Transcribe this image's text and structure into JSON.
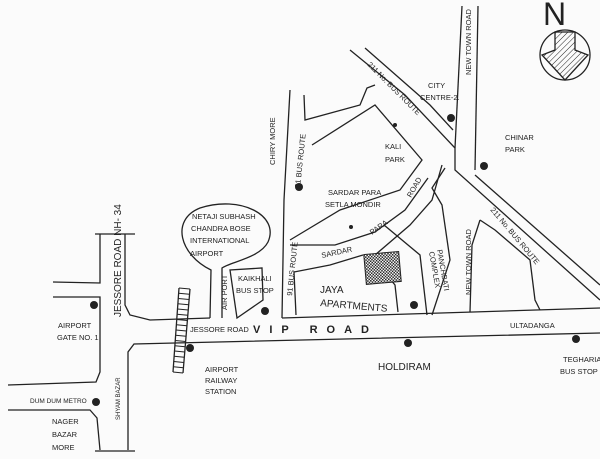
{
  "compass": {
    "letter": "N"
  },
  "roads": {
    "jessore_nh34": "JESSORE ROAD  NH- 34",
    "jessore_road": "JESSORE ROAD",
    "vip_road": "VIP ROAD",
    "air_port": "AIR PORT",
    "bus91_upper": "91 BUS ROUTE",
    "bus91_lower": "91 BUS ROUTE",
    "bus211_upper": "211 No. BUS ROUTE",
    "bus211_lower": "211 No. BUS ROUTE",
    "new_town_upper": "NEW TOWN ROAD",
    "new_town_lower": "NEW TOWN ROAD",
    "sardar": "SARDAR",
    "para": "PARA",
    "road": "ROAD",
    "shyam_bazar": "SHYAM BAZAR",
    "dum_dum_metro": "DUM DUM METRO",
    "ultadanga": "ULTADANGA",
    "chiry_more": "CHIRY MORE"
  },
  "places": {
    "airport": [
      "NETAJI SUBHASH",
      "CHANDRA BOSE",
      "INTERNATIONAL",
      "AIRPORT"
    ],
    "kaikhali": [
      "KAIKHALI",
      "BUS STOP"
    ],
    "airport_gate": [
      "AIRPORT",
      "GATE NO. 1"
    ],
    "railway": [
      "AIRPORT",
      "RAILWAY",
      "STATION"
    ],
    "nager_bazar": [
      "NAGER",
      "BAZAR",
      "MORE"
    ],
    "city_centre": [
      "CITY",
      "CENTRE-2."
    ],
    "kali_park": [
      "KALI",
      "PARK"
    ],
    "chinar_park": [
      "CHINAR",
      "PARK"
    ],
    "setla": [
      "SARDAR PARA",
      "SETLA MONDIR"
    ],
    "panchbati": [
      "PANCHBATI",
      "COMPLEX"
    ],
    "jaya": [
      "JAYA",
      "APARTMENTS"
    ],
    "holdiram": "HOLDIRAM",
    "tegharia": [
      "TEGHARIA",
      "BUS STOP"
    ]
  }
}
